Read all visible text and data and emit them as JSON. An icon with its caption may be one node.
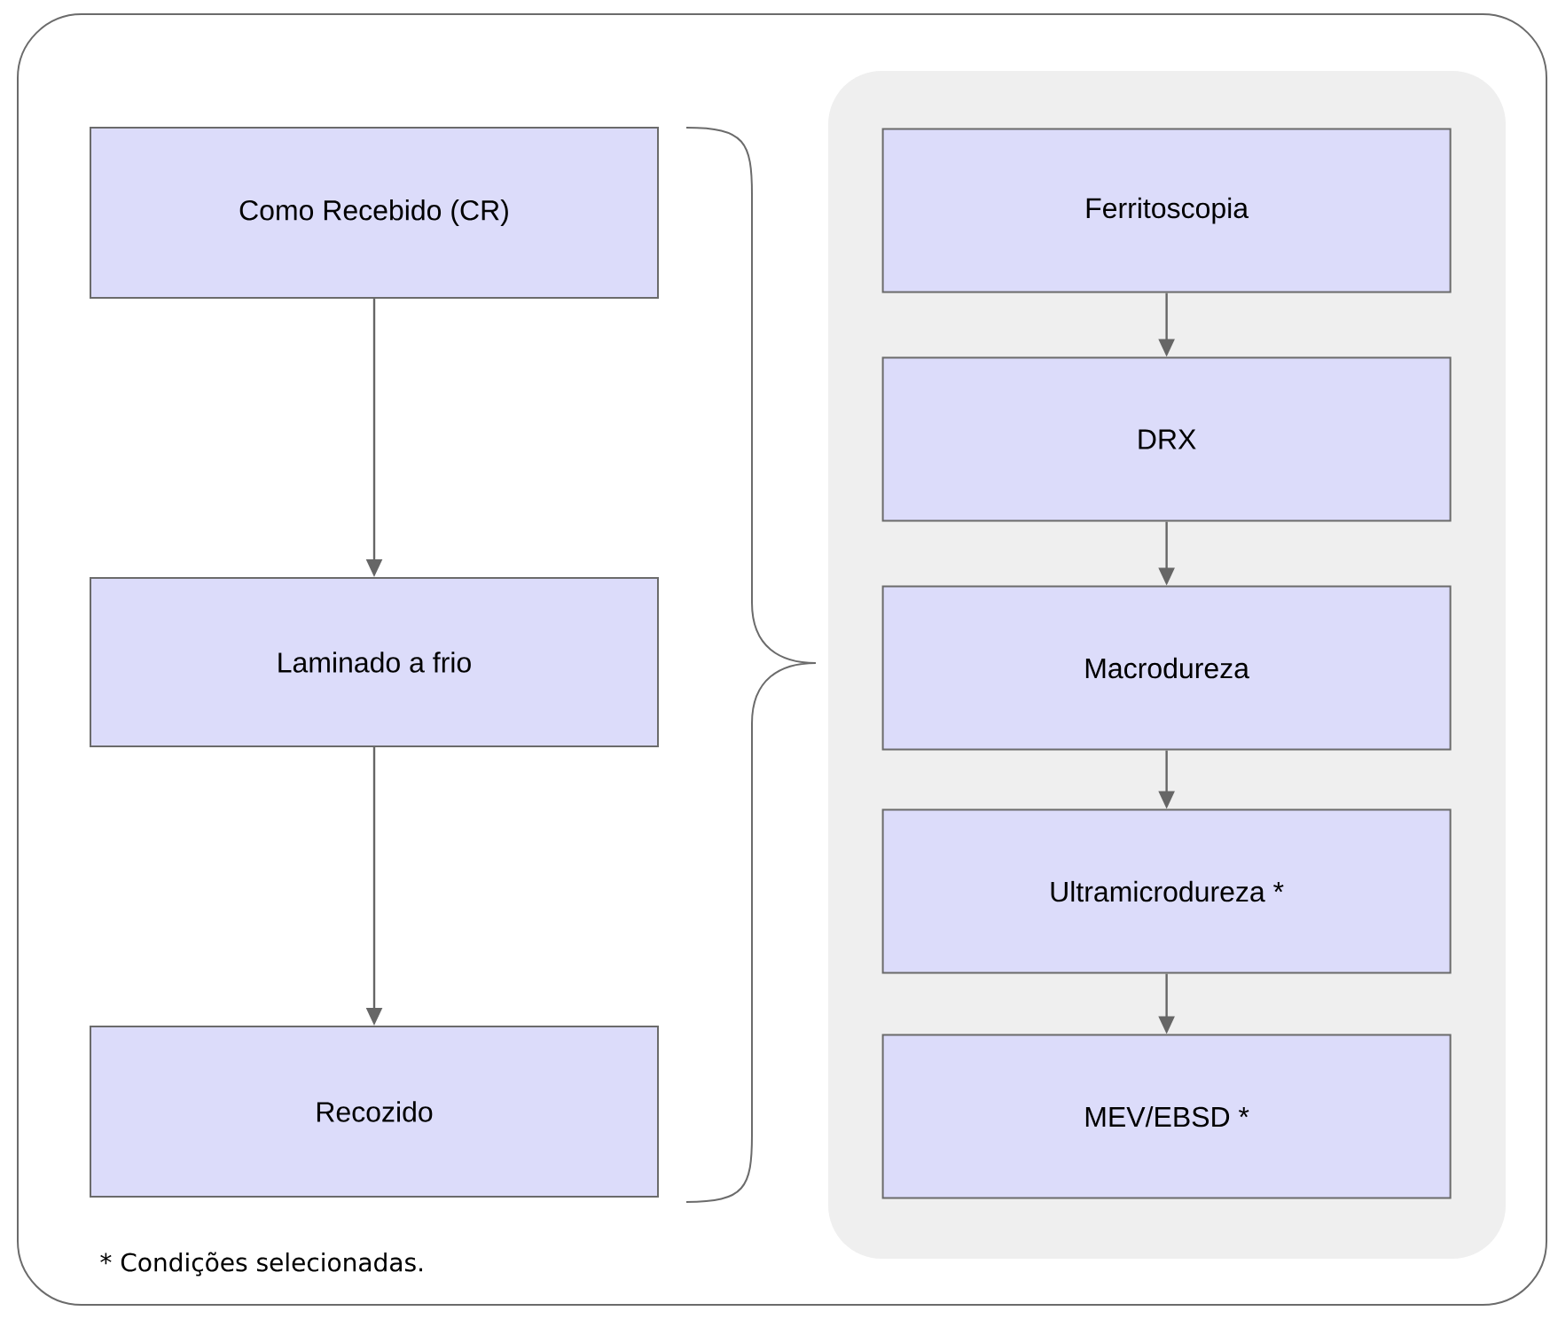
{
  "diagram": {
    "nodes": [
      {
        "text": [
          "Como Recebido (CR)"
        ]
      },
      {
        "text": [
          "Laminado a frio"
        ]
      },
      {
        "text": [
          "Recozido"
        ]
      },
      {
        "text": [],
        "shape": "box"
      },
      {
        "text": [
          "Ferritoscopia"
        ],
        "in": 3
      },
      {
        "text": [
          "DRX"
        ],
        "in": 3
      },
      {
        "text": [
          "Macrodureza"
        ],
        "in": 3
      },
      {
        "text": [
          "Ultramicrodureza *"
        ],
        "in": 3
      },
      {
        "text": [
          "MEV/EBSD *"
        ],
        "in": 3
      }
    ],
    "edges": [
      {
        "from": 0,
        "to": 1,
        "arrow": "to"
      },
      {
        "from": 1,
        "to": 2,
        "arrow": "to"
      },
      {
        "from": 4,
        "to": 5,
        "arrow": "to"
      },
      {
        "from": 5,
        "to": 6,
        "arrow": "to"
      },
      {
        "from": 6,
        "to": 7,
        "arrow": "to"
      },
      {
        "from": 7,
        "to": 8,
        "arrow": "to"
      }
    ],
    "labels": [
      "* Condições selecionadas."
    ]
  }
}
